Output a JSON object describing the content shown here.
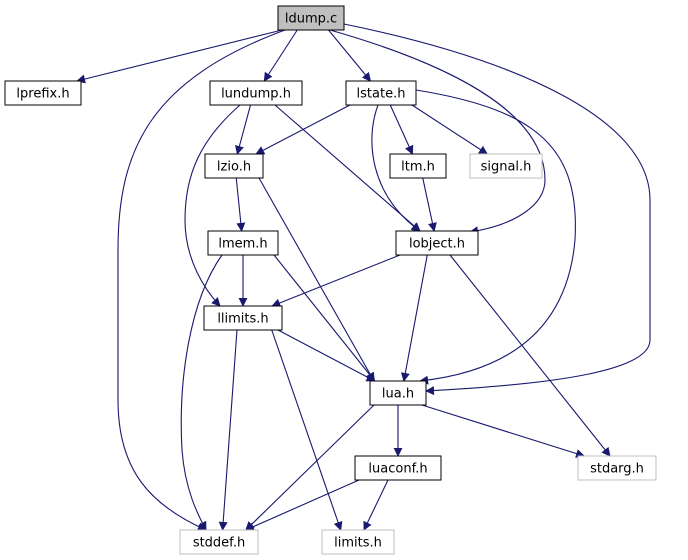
{
  "graph": {
    "colors": {
      "edge": "#191970",
      "root_fill": "#bfbfbf",
      "node_fill": "#ffffff",
      "node_border": "#000000",
      "external_border": "#bfbfbf",
      "external_text": "#404040"
    },
    "nodes": [
      {
        "id": "ldump_c",
        "label": "ldump.c",
        "kind": "root"
      },
      {
        "id": "lprefix_h",
        "label": "lprefix.h",
        "kind": "internal"
      },
      {
        "id": "lundump_h",
        "label": "lundump.h",
        "kind": "internal"
      },
      {
        "id": "lstate_h",
        "label": "lstate.h",
        "kind": "internal"
      },
      {
        "id": "lzio_h",
        "label": "lzio.h",
        "kind": "internal"
      },
      {
        "id": "ltm_h",
        "label": "ltm.h",
        "kind": "internal"
      },
      {
        "id": "signal_h",
        "label": "signal.h",
        "kind": "external"
      },
      {
        "id": "lmem_h",
        "label": "lmem.h",
        "kind": "internal"
      },
      {
        "id": "lobject_h",
        "label": "lobject.h",
        "kind": "internal"
      },
      {
        "id": "llimits_h",
        "label": "llimits.h",
        "kind": "internal"
      },
      {
        "id": "lua_h",
        "label": "lua.h",
        "kind": "internal"
      },
      {
        "id": "luaconf_h",
        "label": "luaconf.h",
        "kind": "internal"
      },
      {
        "id": "stdarg_h",
        "label": "stdarg.h",
        "kind": "external"
      },
      {
        "id": "stddef_h",
        "label": "stddef.h",
        "kind": "external"
      },
      {
        "id": "limits_h",
        "label": "limits.h",
        "kind": "external"
      }
    ],
    "edges": [
      [
        "ldump_c",
        "lprefix_h"
      ],
      [
        "ldump_c",
        "lundump_h"
      ],
      [
        "ldump_c",
        "lstate_h"
      ],
      [
        "ldump_c",
        "stddef_h"
      ],
      [
        "ldump_c",
        "lobject_h"
      ],
      [
        "ldump_c",
        "lua_h"
      ],
      [
        "lundump_h",
        "lzio_h"
      ],
      [
        "lundump_h",
        "llimits_h"
      ],
      [
        "lundump_h",
        "lobject_h"
      ],
      [
        "lstate_h",
        "lzio_h"
      ],
      [
        "lstate_h",
        "ltm_h"
      ],
      [
        "lstate_h",
        "signal_h"
      ],
      [
        "lstate_h",
        "lobject_h"
      ],
      [
        "lstate_h",
        "lua_h"
      ],
      [
        "lzio_h",
        "lmem_h"
      ],
      [
        "lzio_h",
        "lua_h"
      ],
      [
        "ltm_h",
        "lobject_h"
      ],
      [
        "lmem_h",
        "llimits_h"
      ],
      [
        "lmem_h",
        "lua_h"
      ],
      [
        "lmem_h",
        "stddef_h"
      ],
      [
        "lobject_h",
        "llimits_h"
      ],
      [
        "lobject_h",
        "lua_h"
      ],
      [
        "lobject_h",
        "stdarg_h"
      ],
      [
        "llimits_h",
        "lua_h"
      ],
      [
        "llimits_h",
        "stddef_h"
      ],
      [
        "llimits_h",
        "limits_h"
      ],
      [
        "lua_h",
        "luaconf_h"
      ],
      [
        "lua_h",
        "stdarg_h"
      ],
      [
        "lua_h",
        "stddef_h"
      ],
      [
        "luaconf_h",
        "stddef_h"
      ],
      [
        "luaconf_h",
        "limits_h"
      ]
    ]
  }
}
